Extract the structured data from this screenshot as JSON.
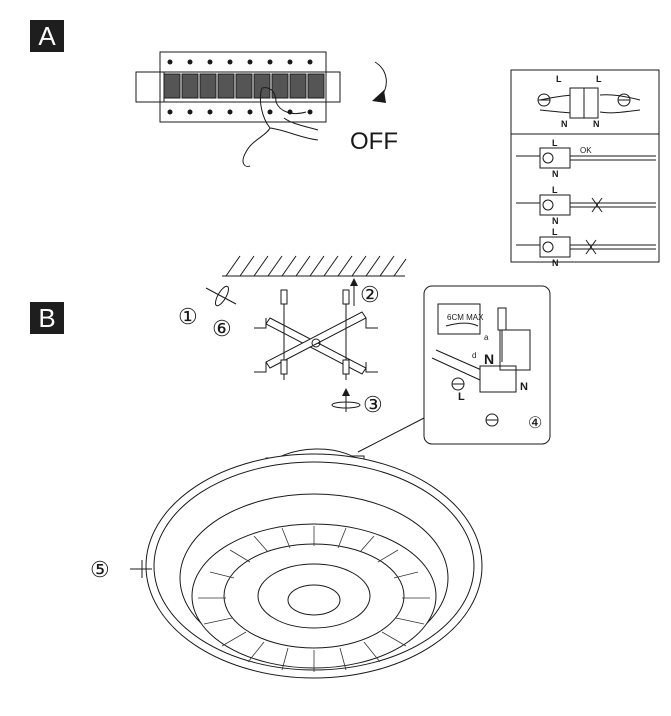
{
  "step_a": {
    "label": "A",
    "off_text": "OFF"
  },
  "step_b": {
    "label": "B"
  },
  "wiring_panel": {
    "line_label": "L",
    "neutral_label": "N",
    "ok_label": "OK"
  },
  "detail_callout": {
    "max_strip": "6CM MAX",
    "wire_a": "a",
    "wire_d": "d",
    "line_label": "L",
    "neutral_label": "N"
  },
  "callouts": [
    "①",
    "②",
    "③",
    "④",
    "⑤",
    "⑥"
  ],
  "colors": {
    "ink": "#1a1a1a",
    "badge": "#1e1e1e",
    "background": "#ffffff"
  }
}
